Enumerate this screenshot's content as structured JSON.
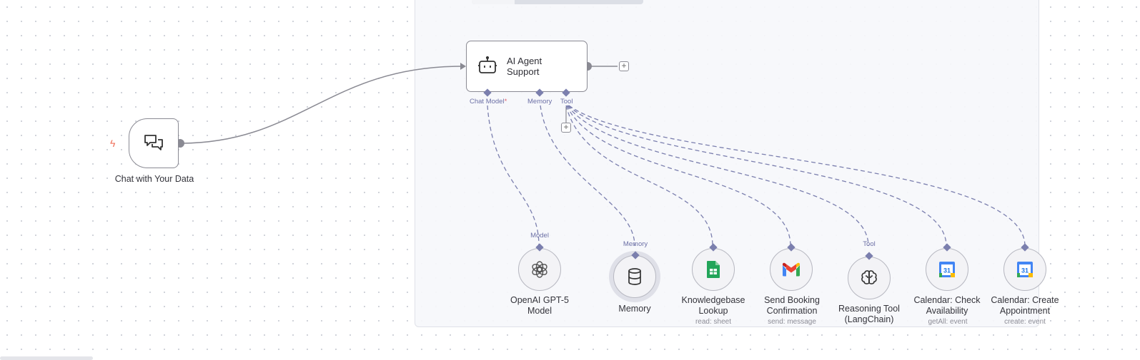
{
  "trigger": {
    "label": "Chat with Your Data",
    "icon": "chat-bubbles-icon"
  },
  "agent": {
    "title_line1": "AI Agent",
    "title_line2": "Support",
    "icon": "robot-icon",
    "ports": {
      "chat_model": "Chat Model",
      "chat_model_required": "*",
      "memory": "Memory",
      "tool": "Tool"
    }
  },
  "subnodes": [
    {
      "port_label": "Model",
      "line1": "OpenAI GPT-5",
      "line2": "Model",
      "sub": "",
      "icon": "openai-icon"
    },
    {
      "port_label": "Memory",
      "line1": "Memory",
      "line2": "",
      "sub": "",
      "icon": "database-icon"
    },
    {
      "port_label": "",
      "line1": "Knowledgebase",
      "line2": "Lookup",
      "sub": "read: sheet",
      "icon": "google-sheets-icon"
    },
    {
      "port_label": "",
      "line1": "Send Booking",
      "line2": "Confirmation",
      "sub": "send: message",
      "icon": "gmail-icon"
    },
    {
      "port_label": "Tool",
      "line1": "Reasoning Tool",
      "line2": "(LangChain)",
      "sub": "",
      "icon": "brain-icon"
    },
    {
      "port_label": "",
      "line1": "Calendar: Check",
      "line2": "Availability",
      "sub": "getAll: event",
      "icon": "google-calendar-icon"
    },
    {
      "port_label": "",
      "line1": "Calendar: Create",
      "line2": "Appointment",
      "sub": "create: event",
      "icon": "google-calendar-icon"
    }
  ],
  "calendar_day": "31",
  "plus_symbol": "+",
  "bolt_symbol": "ϟ",
  "colors": {
    "wire": "#8a8a93",
    "dashed": "#7b7fae",
    "trigger_bolt": "#ef6f5a"
  }
}
